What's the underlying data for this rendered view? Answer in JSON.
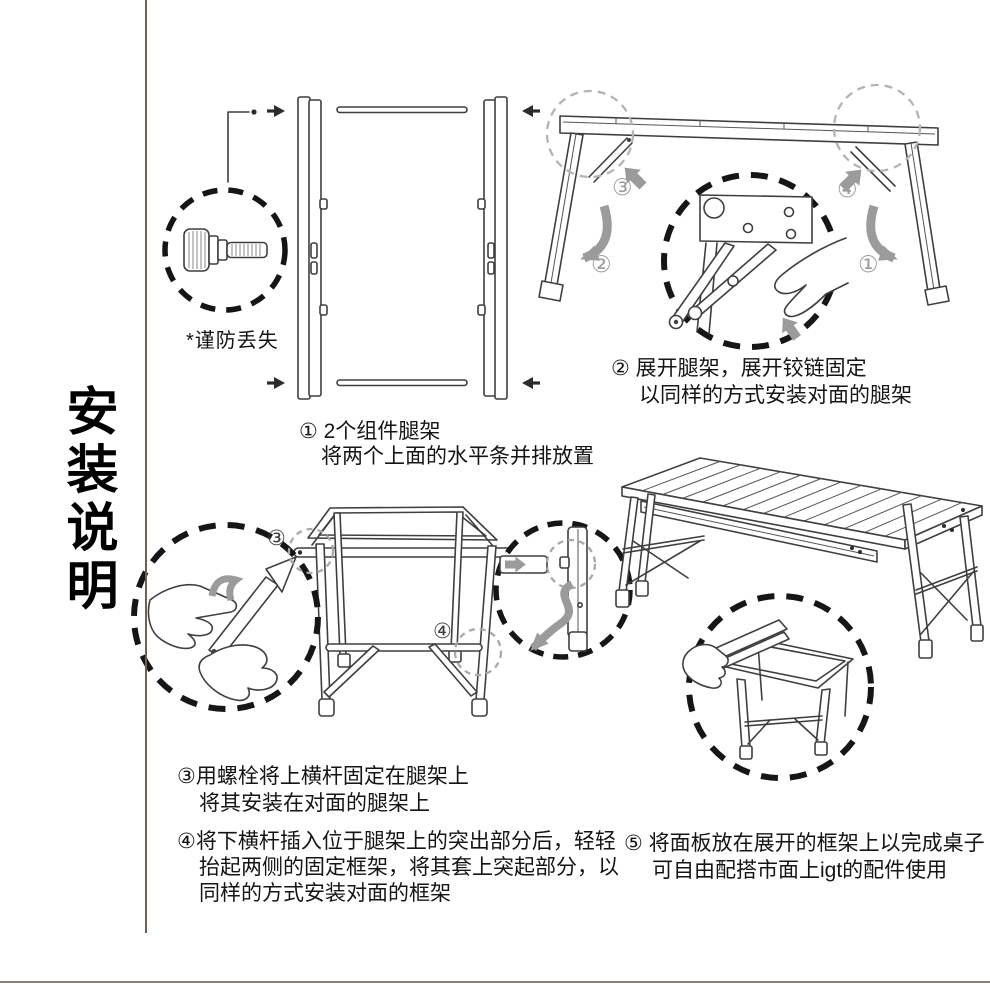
{
  "page": {
    "background": "#ffffff",
    "divider_color": "#6f5f55",
    "footer_line_color": "#8a8279",
    "accent_gray": "#9b9b9b"
  },
  "sidebar": {
    "title": "安装说明"
  },
  "step1": {
    "caution_label": "*谨防丢失",
    "line1": "① 2个组件腿架",
    "line2": "将两个上面的水平条并排放置"
  },
  "step2": {
    "line1": "② 展开腿架，展开铰链固定",
    "line2": "以同样的方式安装对面的腿架",
    "markers": {
      "m1": "①",
      "m2": "②",
      "m3": "③",
      "m4": "④"
    }
  },
  "step3": {
    "marker": "③",
    "line1": "③用螺栓将上横杆固定在腿架上",
    "line2": "将其安装在对面的腿架上"
  },
  "step4": {
    "marker": "④",
    "line1": "④将下横杆插入位于腿架上的突出部分后，轻轻",
    "line2": "抬起两侧的固定框架，将其套上突起部分，以",
    "line3": "同样的方式安装对面的框架"
  },
  "step5": {
    "line1": "⑤ 将面板放在展开的框架上以完成桌子",
    "line2": "可自由配搭市面上igt的配件使用"
  }
}
